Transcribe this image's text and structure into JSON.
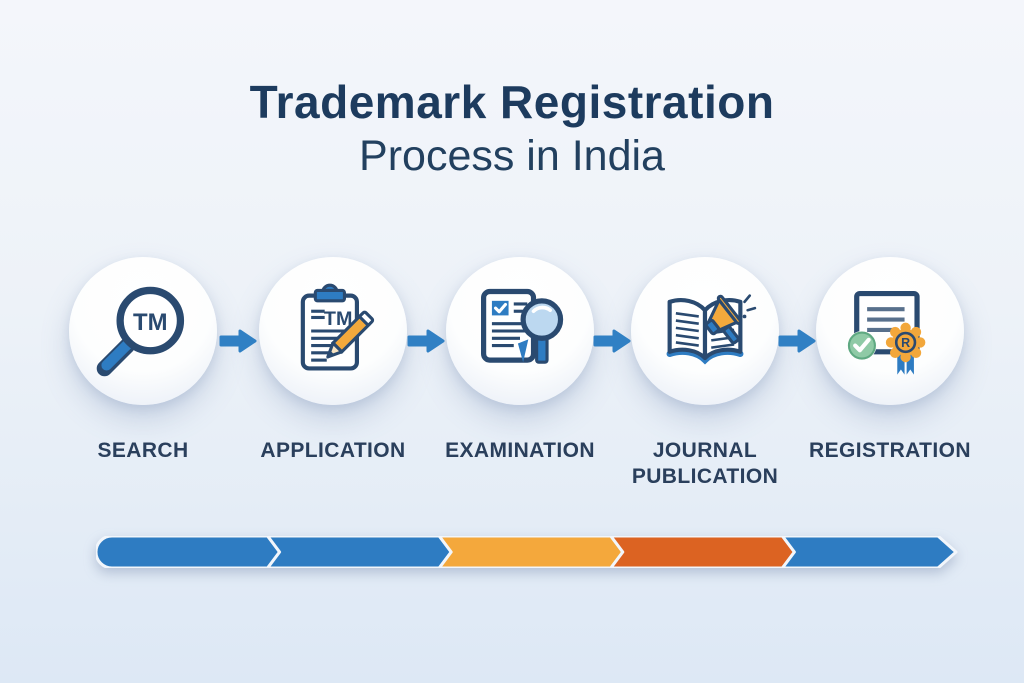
{
  "title": {
    "line1": "Trademark Registration",
    "line2": "Process in India"
  },
  "steps": [
    {
      "label": "SEARCH",
      "icon": "tm-magnifier-icon"
    },
    {
      "label": "APPLICATION",
      "icon": "clipboard-pencil-icon"
    },
    {
      "label": "EXAMINATION",
      "icon": "document-magnifier-icon"
    },
    {
      "label": "JOURNAL PUBLICATION",
      "icon": "open-book-megaphone-icon"
    },
    {
      "label": "REGISTRATION",
      "icon": "certificate-badge-icon"
    }
  ],
  "progress_bar": {
    "segments": [
      {
        "color": "#2e7cc2"
      },
      {
        "color": "#2e7cc2"
      },
      {
        "color": "#f4a83c"
      },
      {
        "color": "#dc6322"
      },
      {
        "color": "#2e7cc2"
      }
    ]
  },
  "colors": {
    "arrow": "#3080c4",
    "icon_outline": "#2a4a70",
    "icon_blue": "#2e7cc2",
    "icon_orange": "#f3a93c",
    "icon_light_blue": "#bcd8f0",
    "icon_green": "#8fcaa6",
    "title_text": "#1d3b5e",
    "label_text": "#2a3f5c",
    "background_top": "#f4f6fb",
    "background_bottom": "#dde8f5"
  }
}
